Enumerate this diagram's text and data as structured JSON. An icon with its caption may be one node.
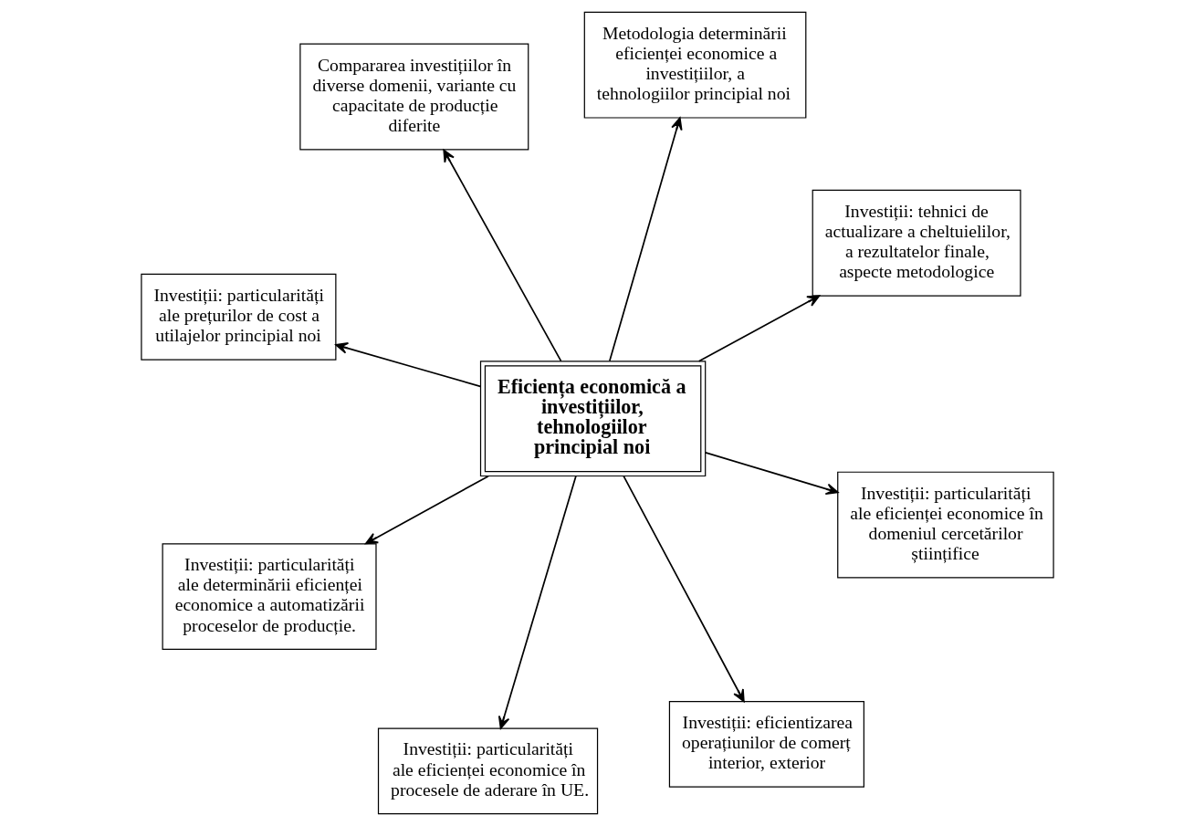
{
  "diagram": {
    "nodes": [
      {
        "text": [
          "Investiții: particularități ale prețurilor de cost a utilajelor principial noi"
        ]
      },
      {
        "text": [
          "Investiții: tehnici de actualizare a cheltuielilor, a rezultatelor finale, aspecte metodologice"
        ]
      },
      {
        "text": [
          "Investiții: eficientizarea operațiunilor de comerț interior, exterior"
        ]
      },
      {
        "text": [
          "Metodologia determinării eficienței economice a investițiilor, a tehnologiilor principial noi"
        ]
      },
      {
        "text": [
          "Eficiența economică a investițiilor, tehnologiilor principial noi"
        ]
      },
      {
        "text": [
          "Compararea investițiilor în diverse domenii, variante cu capacitate de producție diferite"
        ]
      },
      {
        "text": [
          "Investiții: particularități ale determinării eficienței economice a automatizării proceselor de producție."
        ]
      },
      {
        "text": [
          "Investiții: particularități ale eficienței economice în domeniul cercetărilor științifice"
        ]
      },
      {
        "text": [
          "Investiții: particularități ale eficienței economice în procesele de aderare în UE."
        ]
      }
    ],
    "edges": [
      {
        "from": 4,
        "to": 0,
        "arrow": "to"
      },
      {
        "from": 4,
        "to": 1,
        "arrow": "to"
      },
      {
        "from": 4,
        "to": 2,
        "arrow": "to"
      },
      {
        "from": 4,
        "to": 3,
        "arrow": "to"
      },
      {
        "from": 4,
        "to": 5,
        "arrow": "to"
      },
      {
        "from": 4,
        "to": 6,
        "arrow": "to"
      },
      {
        "from": 4,
        "to": 7,
        "arrow": "to"
      },
      {
        "from": 4,
        "to": 8,
        "arrow": "to"
      }
    ]
  }
}
